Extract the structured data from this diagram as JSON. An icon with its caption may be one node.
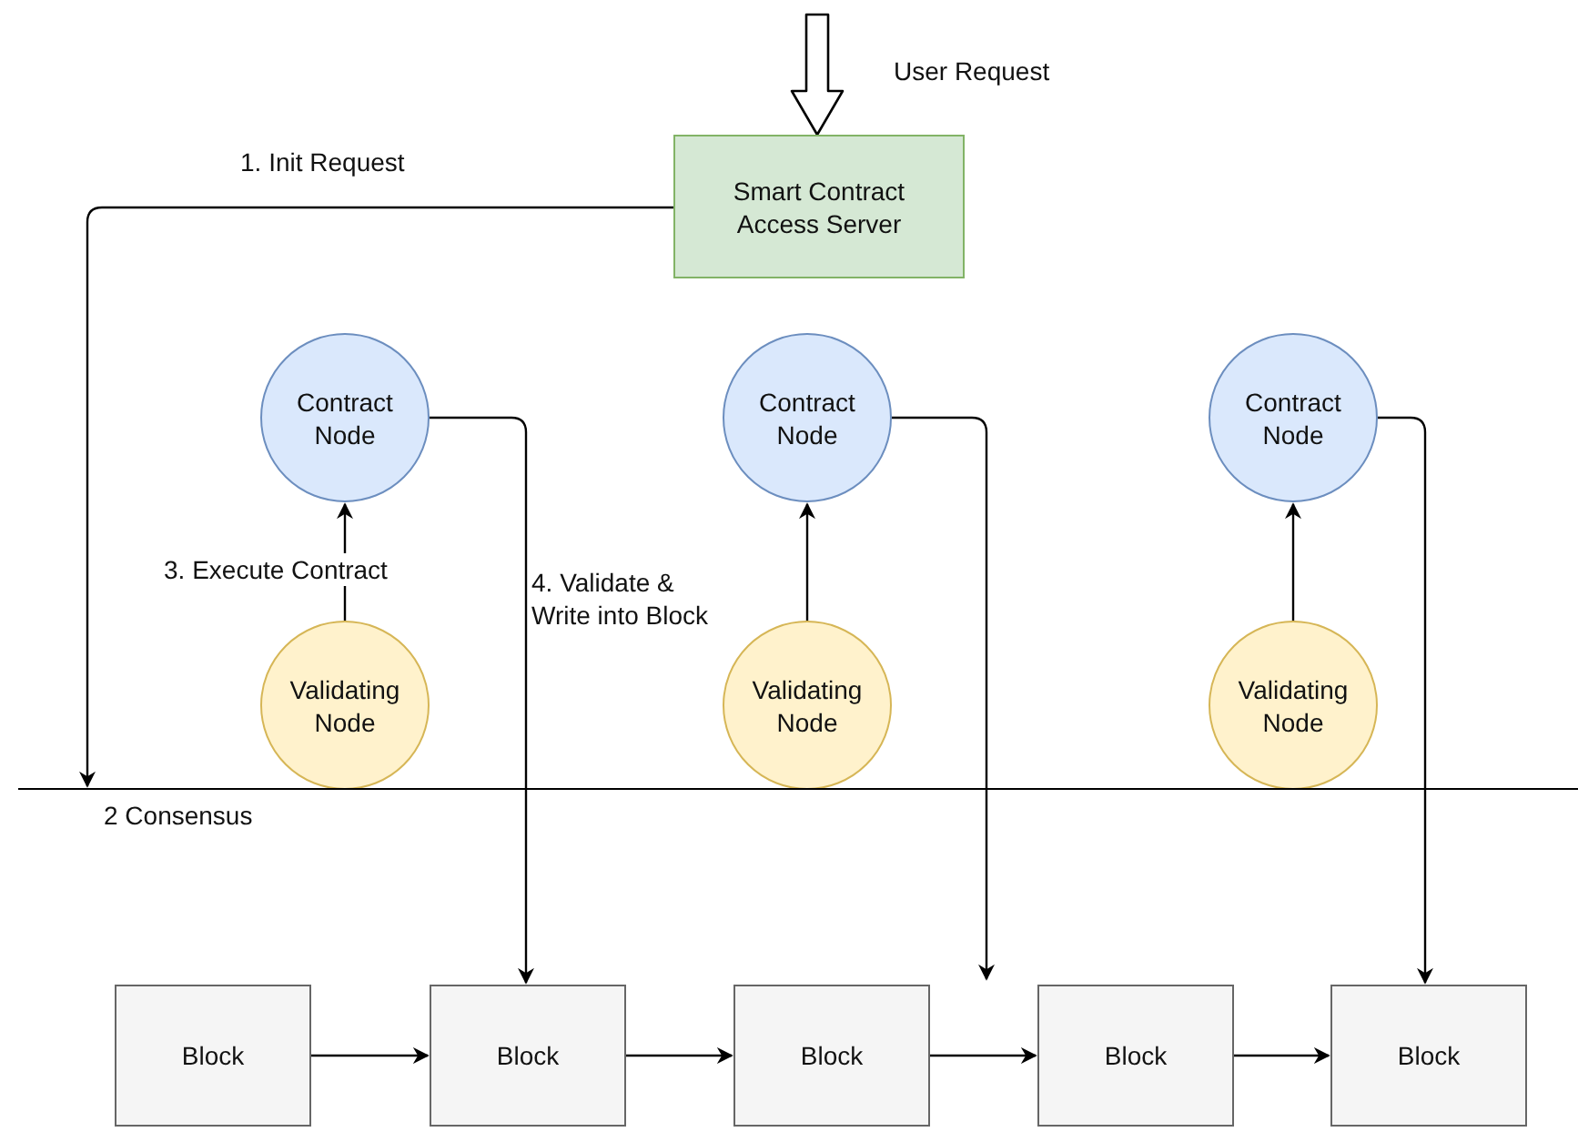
{
  "diagram": {
    "nodes": [
      {
        "text": [
          "Smart Contract Access Server"
        ]
      },
      {
        "text": [
          "Contract Node"
        ]
      },
      {
        "text": [
          "Contract Node"
        ]
      },
      {
        "text": [
          "Contract Node"
        ]
      },
      {
        "text": [
          "Validating Node"
        ]
      },
      {
        "text": [
          "Validating Node"
        ]
      },
      {
        "text": [
          "Validating Node"
        ]
      },
      {
        "text": [],
        "shape": "bar",
        "beside": [
          "2 Consensus"
        ]
      },
      {
        "text": [
          "Block"
        ]
      },
      {
        "text": [
          "Block"
        ]
      },
      {
        "text": [
          "Block"
        ]
      },
      {
        "text": [
          "Block"
        ]
      },
      {
        "text": [
          "Block"
        ]
      }
    ],
    "edges": [
      {
        "from": null,
        "to": 0,
        "arrow": "to",
        "label": "User Request",
        "style": "thick"
      },
      {
        "from": 0,
        "to": 7,
        "arrow": "to",
        "label": "1. Init Request"
      },
      {
        "from": 4,
        "to": 1,
        "arrow": "to",
        "label": "3. Execute Contract"
      },
      {
        "from": 5,
        "to": 2,
        "arrow": "to"
      },
      {
        "from": 6,
        "to": 3,
        "arrow": "to"
      },
      {
        "from": 1,
        "to": 9,
        "arrow": "to",
        "label": "4. Validate & Write into Block"
      },
      {
        "from": 2,
        "to": null,
        "arrow": "to"
      },
      {
        "from": 3,
        "to": 12,
        "arrow": "to"
      },
      {
        "from": 8,
        "to": 9,
        "arrow": "to"
      },
      {
        "from": 9,
        "to": 10,
        "arrow": "to"
      },
      {
        "from": 10,
        "to": 11,
        "arrow": "to"
      },
      {
        "from": 11,
        "to": 12,
        "arrow": "to"
      }
    ]
  }
}
